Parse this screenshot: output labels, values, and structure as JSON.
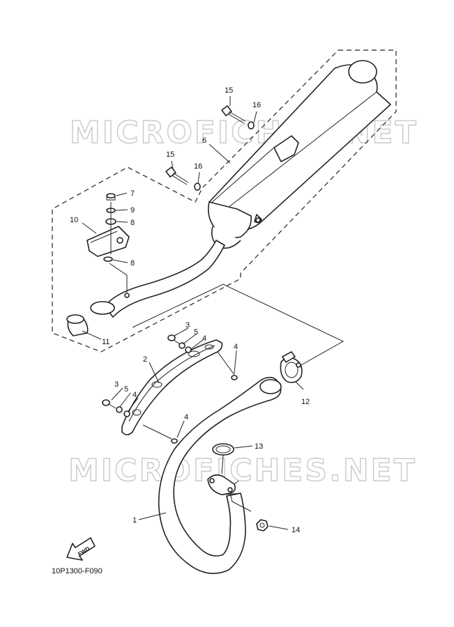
{
  "watermark": {
    "text": "MICROFICHES.NET"
  },
  "diagram_code": "10P1300-F090",
  "fwd_label": "FWD",
  "callouts": {
    "c1": "1",
    "c2": "2",
    "c3a": "3",
    "c3b": "3",
    "c4a": "4",
    "c4b": "4",
    "c4c": "4",
    "c4d": "4",
    "c5a": "5",
    "c5b": "5",
    "c6": "6",
    "c7": "7",
    "c8a": "8",
    "c8b": "8",
    "c9": "9",
    "c10": "10",
    "c11": "11",
    "c12": "12",
    "c13": "13",
    "c14": "14",
    "c15a": "15",
    "c15b": "15",
    "c16a": "16",
    "c16b": "16"
  }
}
